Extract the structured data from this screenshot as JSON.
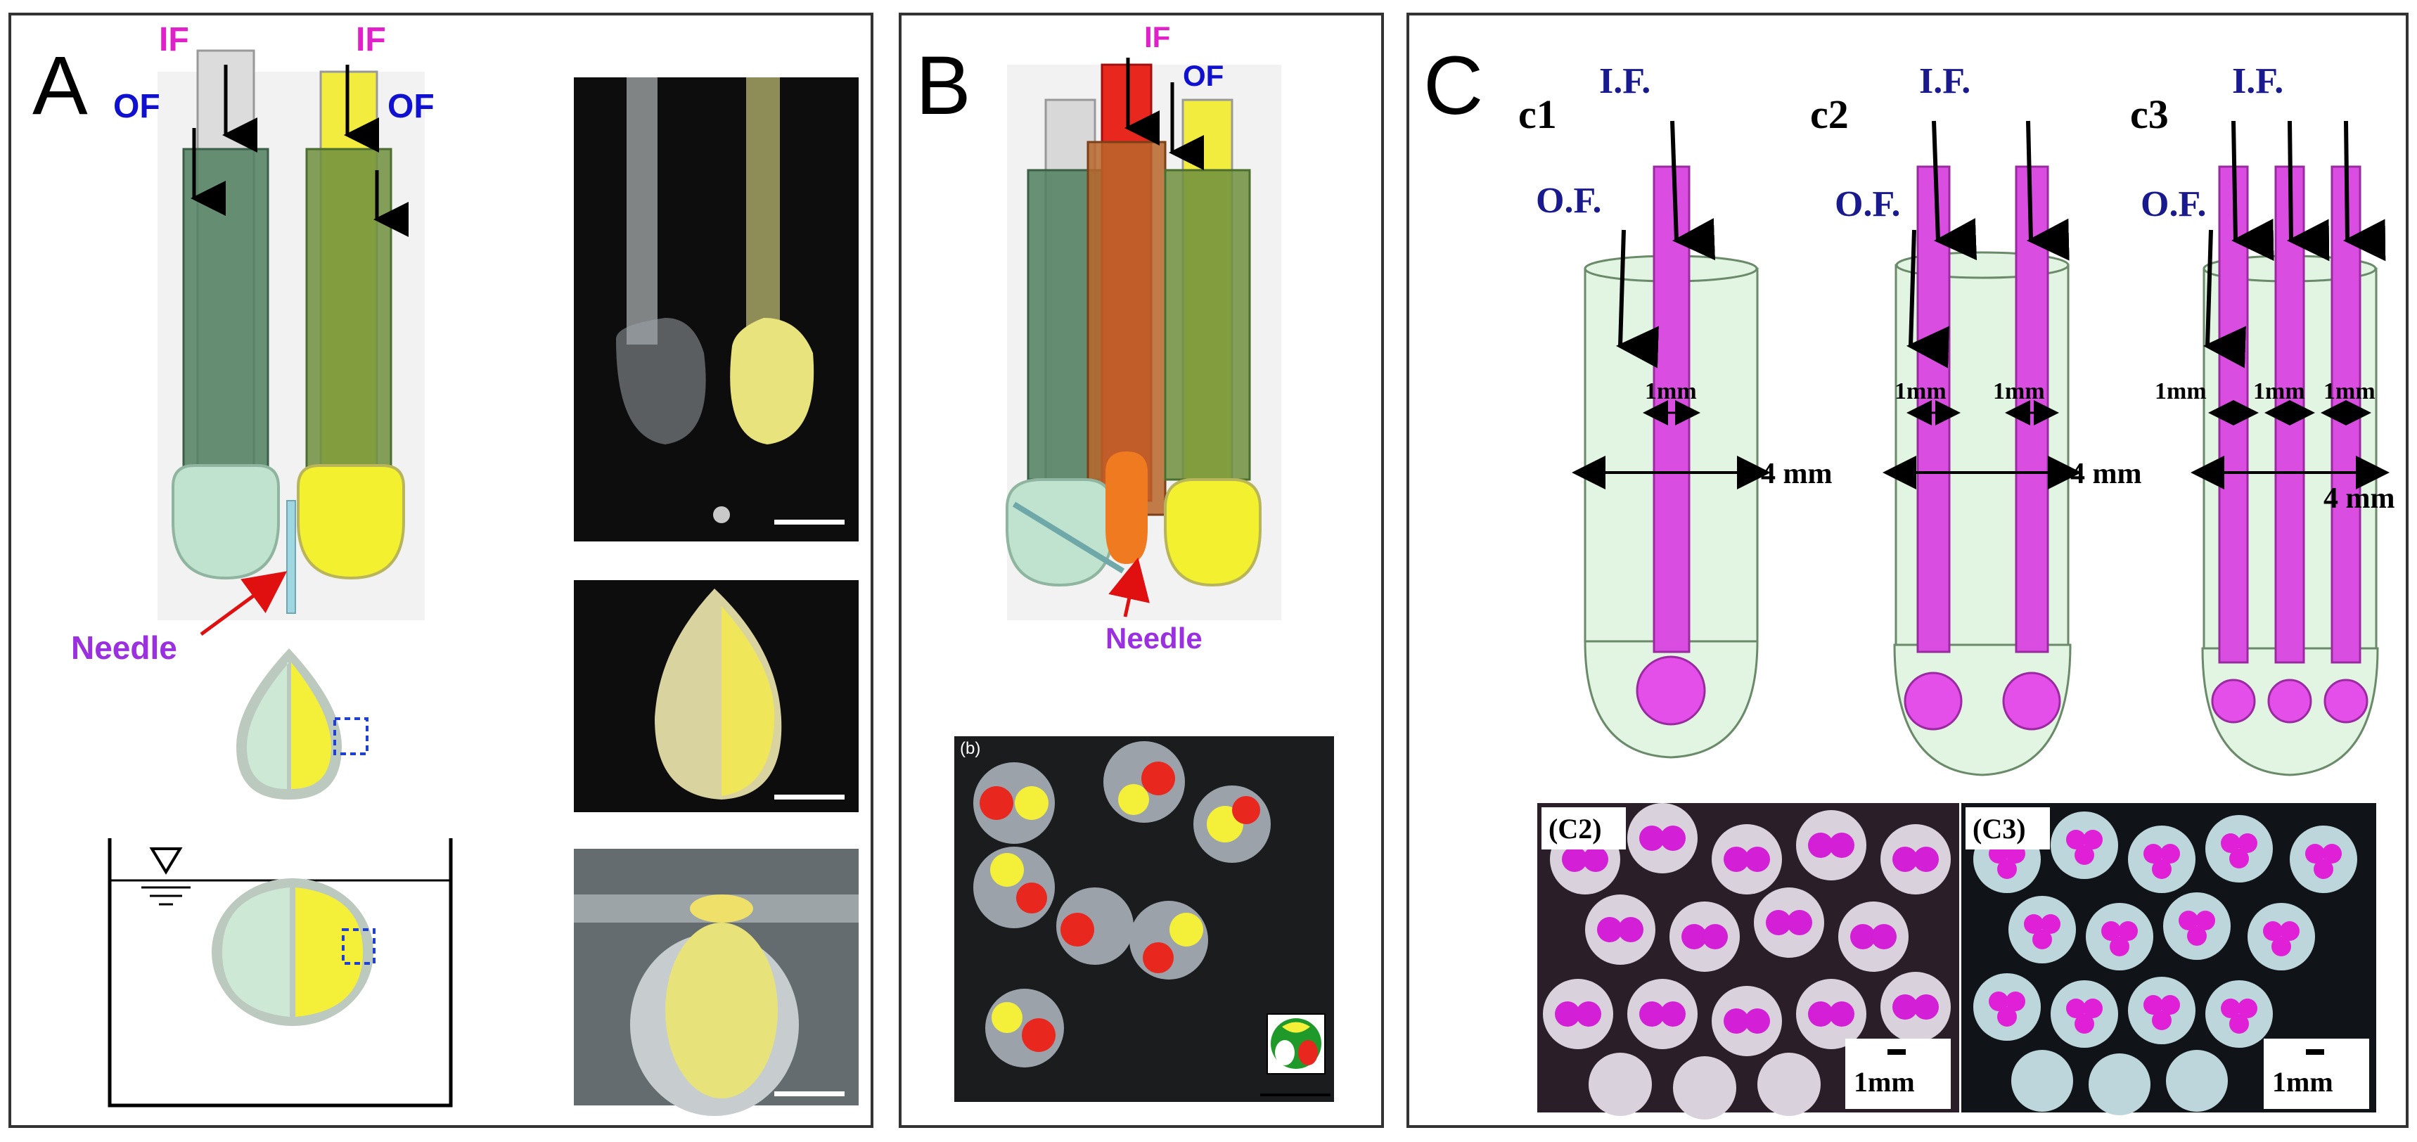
{
  "panel_a": {
    "letter": "A",
    "label_if_left": "IF",
    "label_if_right": "IF",
    "label_of_left": "OF",
    "label_of_right": "OF",
    "label_needle": "Needle"
  },
  "panel_b": {
    "letter": "B",
    "label_if": "IF",
    "label_of": "OF",
    "label_needle": "Needle",
    "photo_tag": "(b)"
  },
  "panel_c": {
    "letter": "C",
    "c1": {
      "title": "c1",
      "if": "I.F.",
      "of": "O.F.",
      "inner": "1mm",
      "outer": "4 mm"
    },
    "c2": {
      "title": "c2",
      "if": "I.F.",
      "of": "O.F.",
      "inner_a": "1mm",
      "inner_b": "1mm",
      "outer": "4 mm"
    },
    "c3": {
      "title": "c3",
      "if": "I.F.",
      "of": "O.F.",
      "inner_a": "1mm",
      "inner_b": "1mm",
      "inner_c": "1mm",
      "outer": "4 mm"
    },
    "photo_c2": {
      "tag": "(C2)",
      "scale": "1mm"
    },
    "photo_c3": {
      "tag": "(C3)",
      "scale": "1mm"
    }
  },
  "colors": {
    "if_label": "#e020c8",
    "of_label": "#1010d0",
    "needle_label": "#9a30e0",
    "magenta_tube": "#d94ee0",
    "mint": "#cde9d6",
    "yellow": "#f4f03a",
    "red": "#e8281e"
  }
}
